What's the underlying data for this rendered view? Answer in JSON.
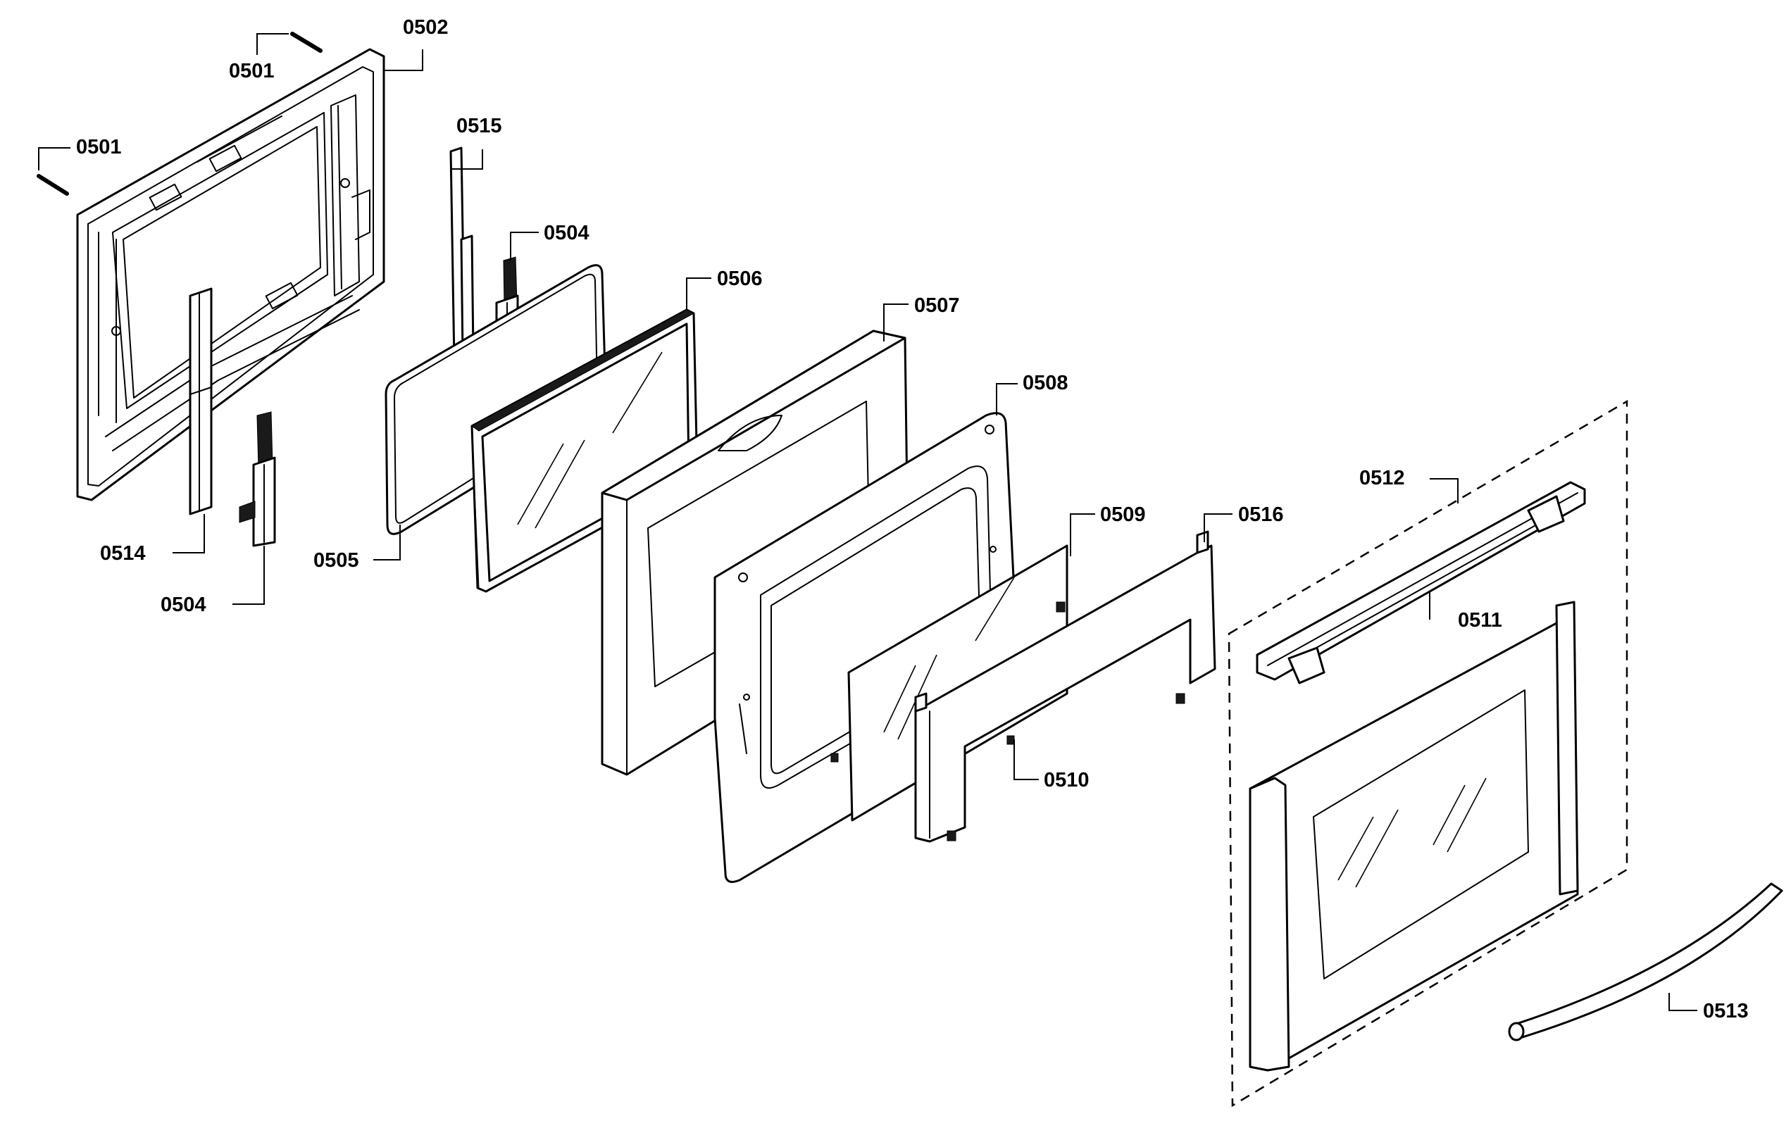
{
  "callouts": {
    "c0501_top": "0501",
    "c0501_left": "0501",
    "c0502": "0502",
    "c0515": "0515",
    "c0504_top": "0504",
    "c0506": "0506",
    "c0507": "0507",
    "c0508": "0508",
    "c0509": "0509",
    "c0516": "0516",
    "c0512": "0512",
    "c0511": "0511",
    "c0514": "0514",
    "c0505": "0505",
    "c0504_bottom": "0504",
    "c0510": "0510",
    "c0513": "0513"
  }
}
